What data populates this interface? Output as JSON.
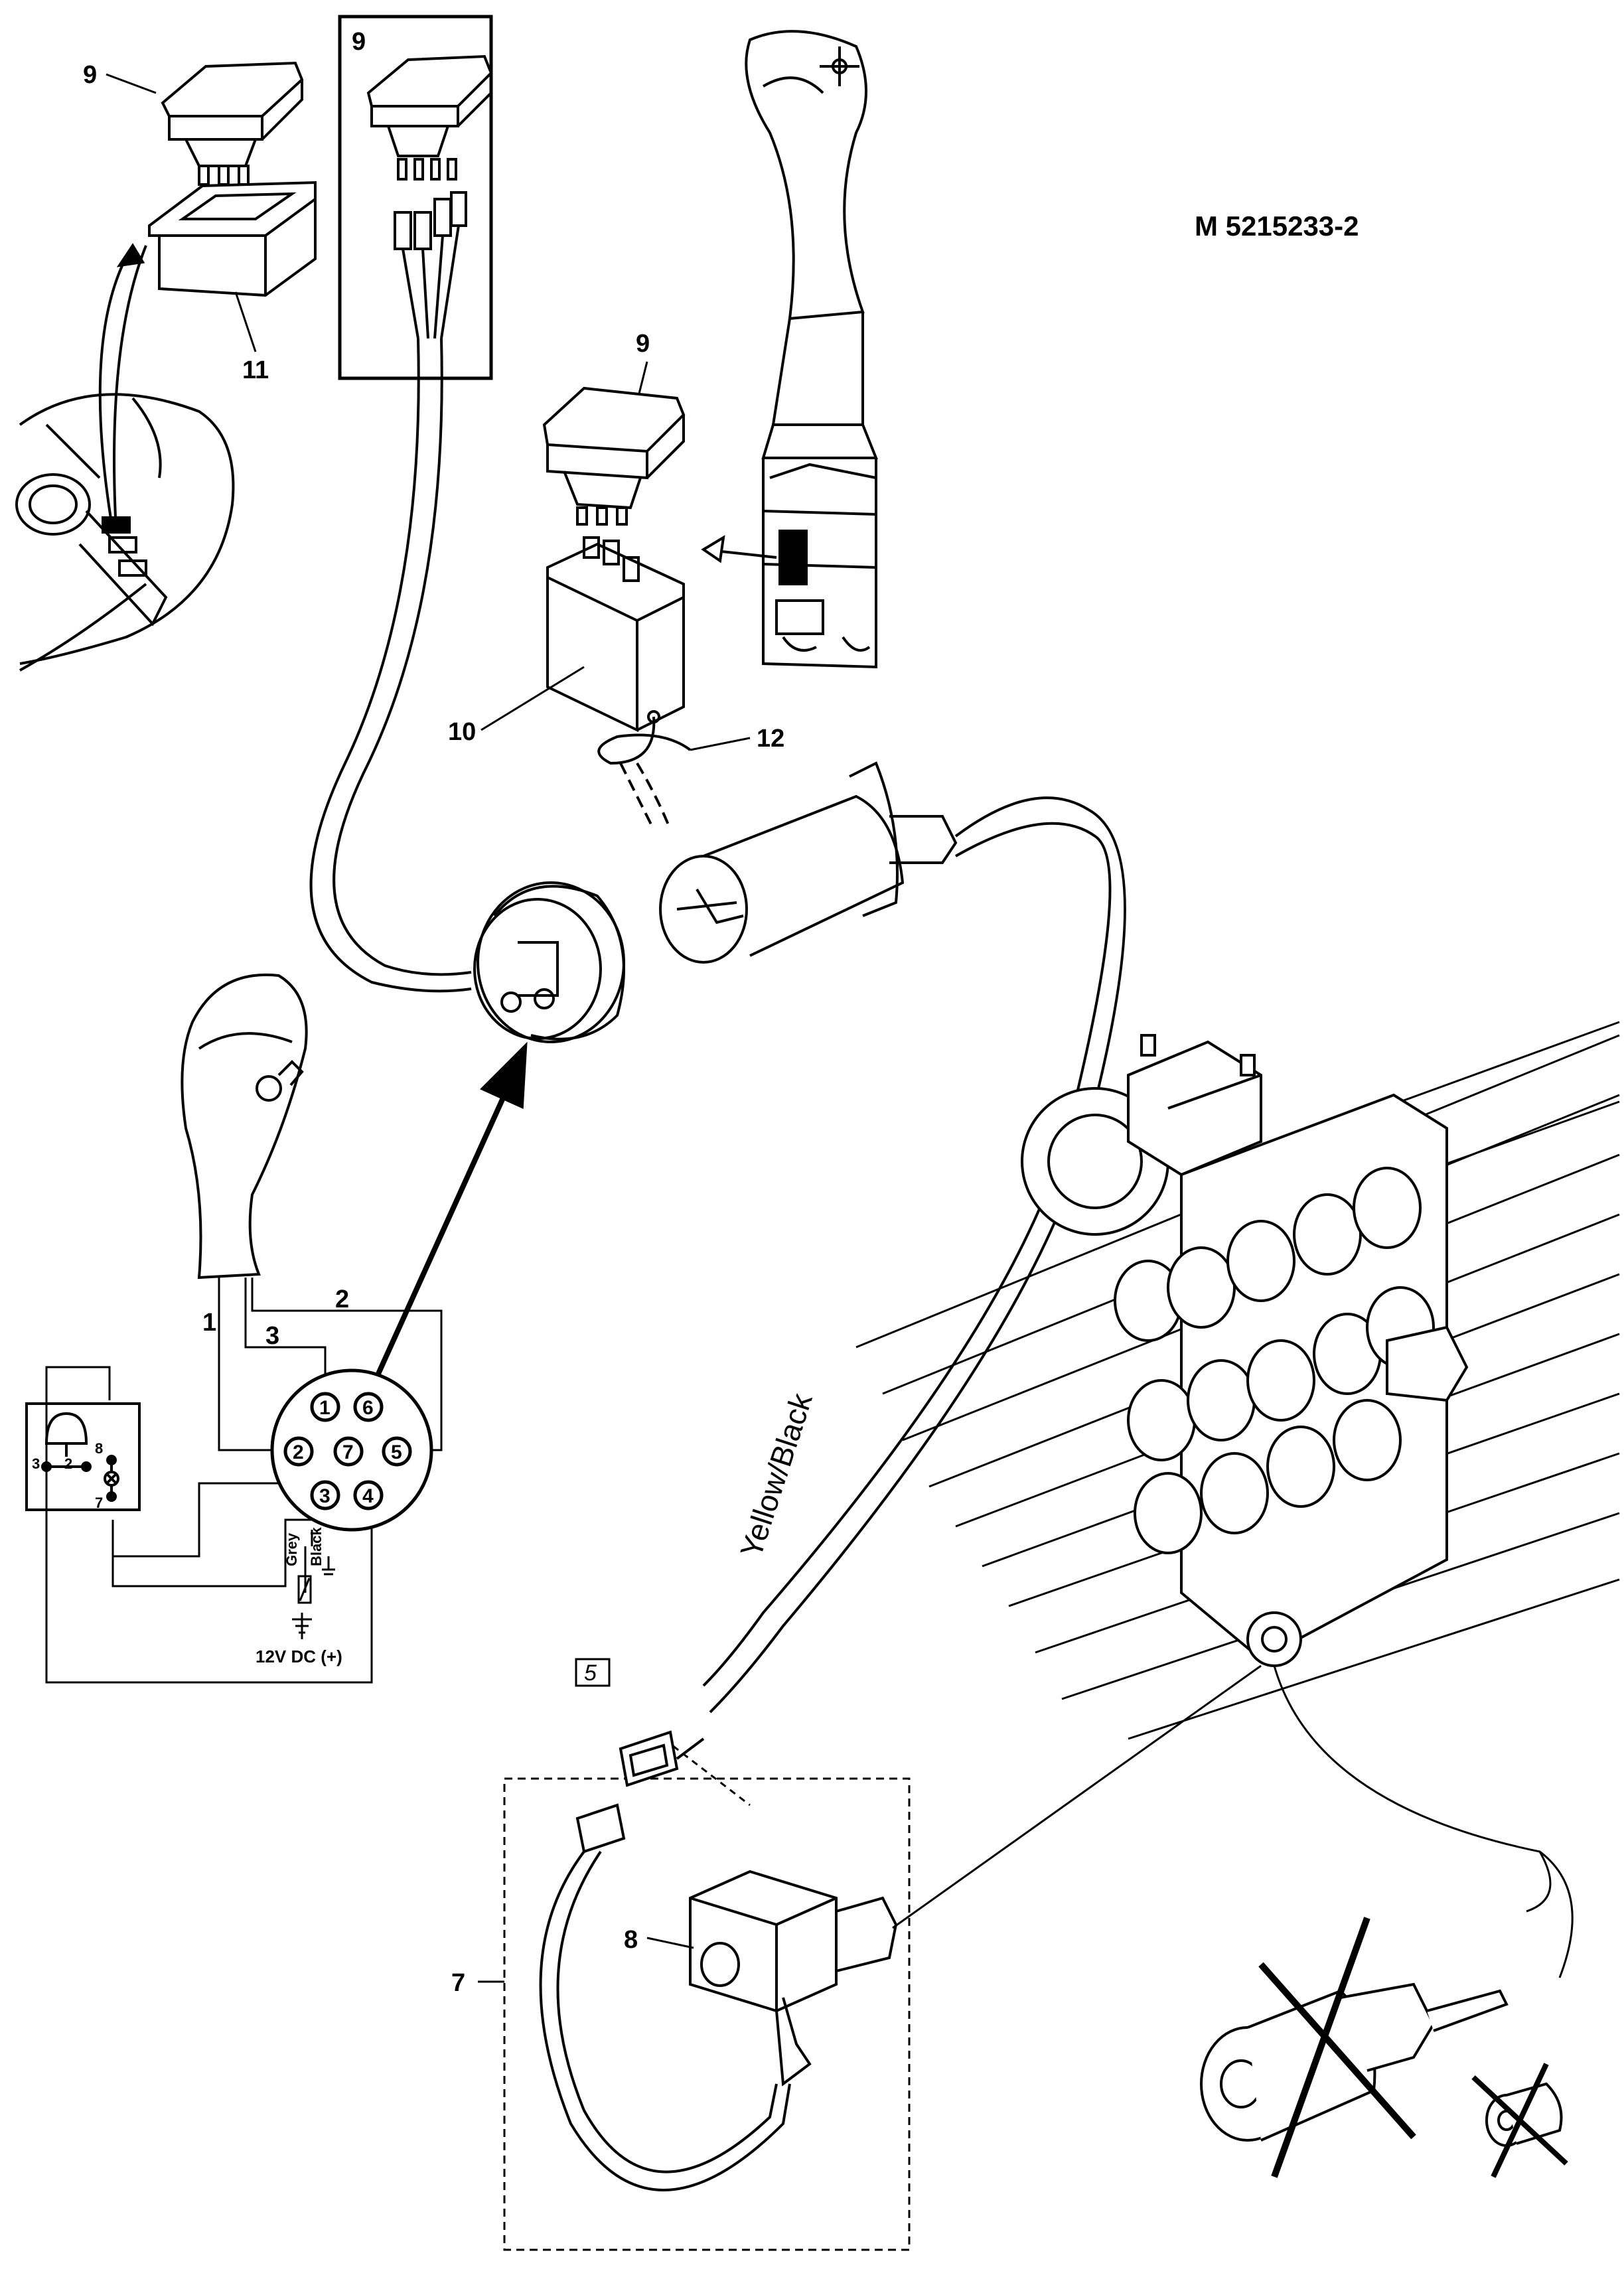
{
  "drawing_ref": "M 5215233-2",
  "callouts": {
    "c9a": "9",
    "c9b": "9",
    "c9c": "9",
    "c11": "11",
    "c10": "10",
    "c12": "12",
    "c5": "5",
    "c8": "8",
    "c7": "7"
  },
  "wire_color_label": "Yellow/Black",
  "schematic": {
    "wire_1": "1",
    "wire_2": "2",
    "wire_3": "3",
    "connector_pins": [
      "1",
      "6",
      "2",
      "7",
      "5",
      "3",
      "4"
    ],
    "relay_terminals": [
      "3",
      "2",
      "8",
      "7"
    ],
    "grey_label": "Grey",
    "black_label": "Black",
    "supply_label": "12V DC (+)"
  }
}
